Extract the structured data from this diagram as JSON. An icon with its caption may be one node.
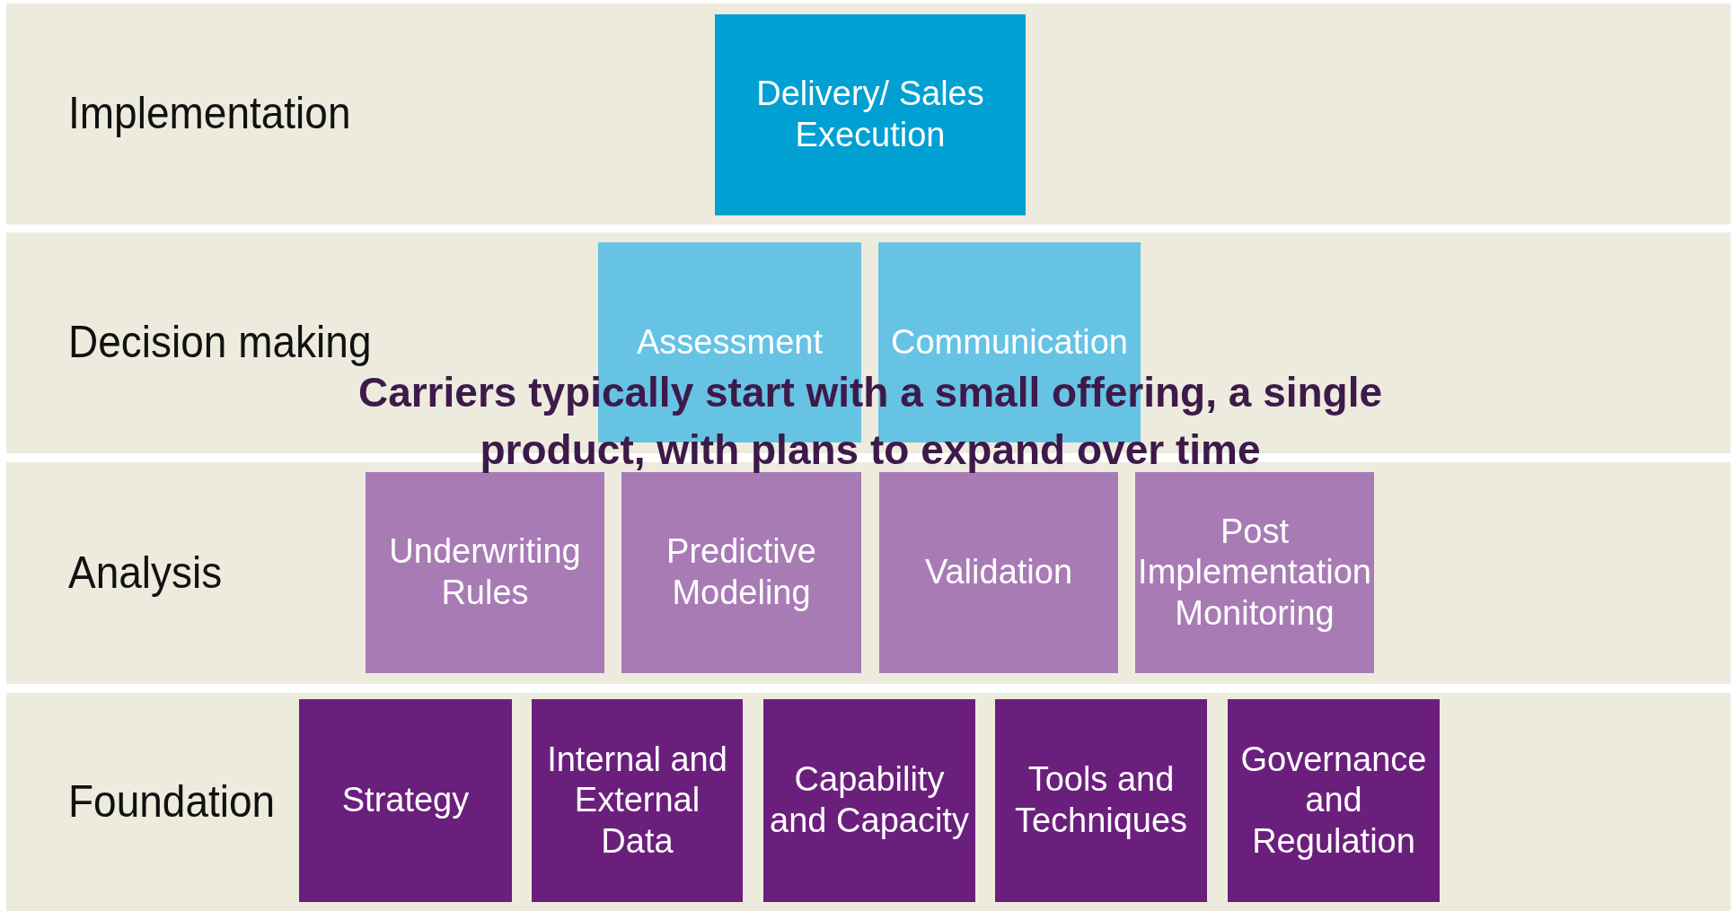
{
  "diagram": {
    "nodes": [
      {
        "text": [
          "Implementation"
        ]
      },
      {
        "text": [
          "Delivery/ Sales Execution"
        ],
        "in": 0
      },
      {
        "text": [
          "Decision making"
        ]
      },
      {
        "text": [
          "Assessment"
        ],
        "in": 2
      },
      {
        "text": [
          "Communication"
        ],
        "in": 2
      },
      {
        "text": [
          "Analysis"
        ]
      },
      {
        "text": [
          "Underwriting Rules"
        ],
        "in": 5
      },
      {
        "text": [
          "Predictive Modeling"
        ],
        "in": 5
      },
      {
        "text": [
          "Validation"
        ],
        "in": 5
      },
      {
        "text": [
          "Post Implementation Monitoring"
        ],
        "in": 5
      },
      {
        "text": [
          "Foundation"
        ]
      },
      {
        "text": [
          "Strategy"
        ],
        "in": 10
      },
      {
        "text": [
          "Internal and External Data"
        ],
        "in": 10
      },
      {
        "text": [
          "Capability and Capacity"
        ],
        "in": 10
      },
      {
        "text": [
          "Tools and Techniques"
        ],
        "in": 10
      },
      {
        "text": [
          "Governance and Regulation"
        ],
        "in": 10
      }
    ],
    "labels": [
      "Carriers typically start with a small offering, a single product, with plans to expand over time"
    ]
  }
}
